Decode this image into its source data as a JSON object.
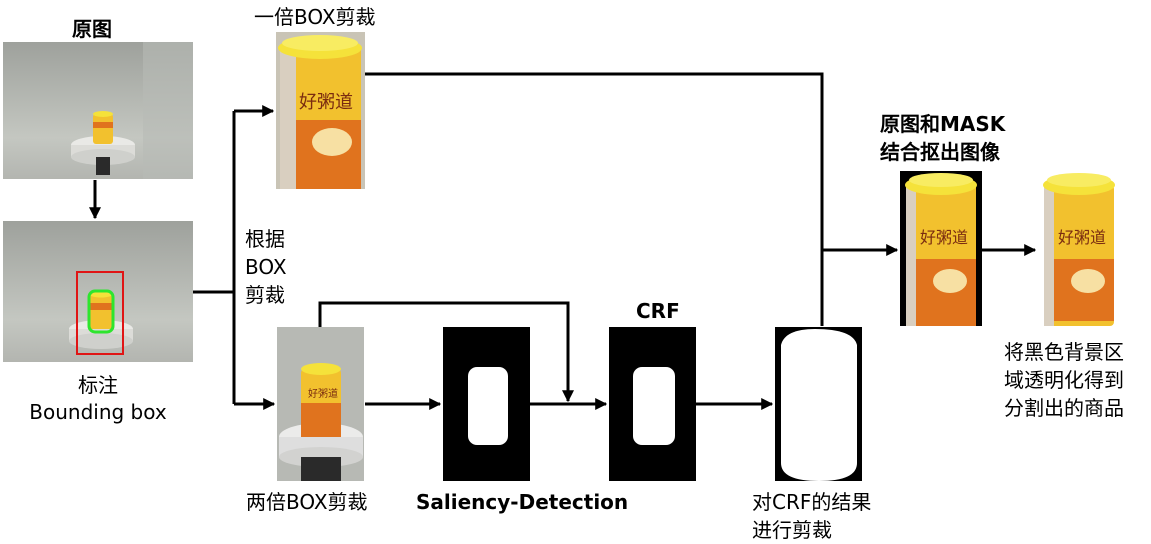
{
  "labels": {
    "original": "原图",
    "annotate_1": "标注",
    "annotate_2": "Bounding box",
    "one_box_crop": "一倍BOX剪裁",
    "crop_by_box_1": "根据",
    "crop_by_box_2": "BOX",
    "crop_by_box_3": "剪裁",
    "two_box_crop": "两倍BOX剪裁",
    "saliency": "Saliency-Detection",
    "crf": "CRF",
    "crf_crop_1": "对CRF的结果",
    "crf_crop_2": "进行剪裁",
    "combine_1": "原图和MASK",
    "combine_2": "结合抠出图像",
    "result_1": "将黑色背景区",
    "result_2": "域透明化得到",
    "result_3": "分割出的商品"
  },
  "product_text": {
    "brand": "好粥道"
  },
  "colors": {
    "arrow": "#000000",
    "bbox_red": "#e01515",
    "outline_green": "#2ee52e",
    "can_yellow": "#f2c12e",
    "can_orange": "#e0731e",
    "lid_yellow": "#f5e23a",
    "mask_black": "#000000",
    "mask_white": "#ffffff"
  }
}
